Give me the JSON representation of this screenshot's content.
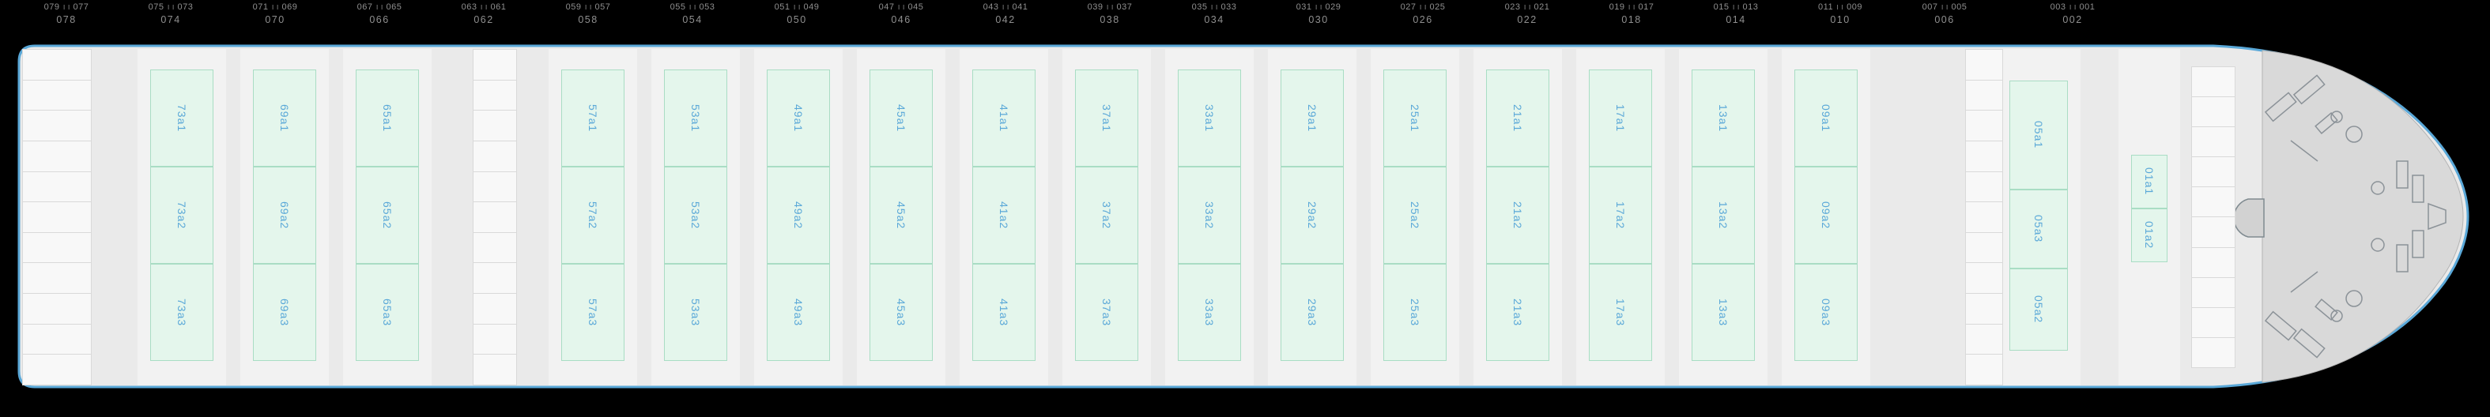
{
  "ship": {
    "ruler": {
      "groups": [
        {
          "odd": [
            "079",
            "077"
          ],
          "even": "078"
        },
        {
          "odd": [
            "075",
            "073"
          ],
          "even": "074"
        },
        {
          "odd": [
            "071",
            "069"
          ],
          "even": "070"
        },
        {
          "odd": [
            "067",
            "065"
          ],
          "even": "066"
        },
        {
          "odd": [
            "063",
            "061"
          ],
          "even": "062"
        },
        {
          "odd": [
            "059",
            "057"
          ],
          "even": "058"
        },
        {
          "odd": [
            "055",
            "053"
          ],
          "even": "054"
        },
        {
          "odd": [
            "051",
            "049"
          ],
          "even": "050"
        },
        {
          "odd": [
            "047",
            "045"
          ],
          "even": "046"
        },
        {
          "odd": [
            "043",
            "041"
          ],
          "even": "042"
        },
        {
          "odd": [
            "039",
            "037"
          ],
          "even": "038"
        },
        {
          "odd": [
            "035",
            "033"
          ],
          "even": "034"
        },
        {
          "odd": [
            "031",
            "029"
          ],
          "even": "030"
        },
        {
          "odd": [
            "027",
            "025"
          ],
          "even": "026"
        },
        {
          "odd": [
            "023",
            "021"
          ],
          "even": "022"
        },
        {
          "odd": [
            "019",
            "017"
          ],
          "even": "018"
        },
        {
          "odd": [
            "015",
            "013"
          ],
          "even": "014"
        },
        {
          "odd": [
            "011",
            "009"
          ],
          "even": "010"
        },
        {
          "odd": [
            "007",
            "005"
          ],
          "even": "006"
        },
        {
          "odd": [
            "003",
            "001"
          ],
          "even": "002"
        }
      ]
    },
    "bays": [
      {
        "id": "bay-73",
        "cells": [
          "73a1",
          "73a2",
          "73a3"
        ]
      },
      {
        "id": "bay-69",
        "cells": [
          "69a1",
          "69a2",
          "69a3"
        ]
      },
      {
        "id": "bay-65",
        "cells": [
          "65a1",
          "65a2",
          "65a3"
        ]
      },
      {
        "id": "bay-57",
        "cells": [
          "57a1",
          "57a2",
          "57a3"
        ]
      },
      {
        "id": "bay-53",
        "cells": [
          "53a1",
          "53a2",
          "53a3"
        ]
      },
      {
        "id": "bay-49",
        "cells": [
          "49a1",
          "49a2",
          "49a3"
        ]
      },
      {
        "id": "bay-45",
        "cells": [
          "45a1",
          "45a2",
          "45a3"
        ]
      },
      {
        "id": "bay-41",
        "cells": [
          "41a1",
          "41a2",
          "41a3"
        ]
      },
      {
        "id": "bay-37",
        "cells": [
          "37a1",
          "37a2",
          "37a3"
        ]
      },
      {
        "id": "bay-33",
        "cells": [
          "33a1",
          "33a2",
          "33a3"
        ]
      },
      {
        "id": "bay-29",
        "cells": [
          "29a1",
          "29a2",
          "29a3"
        ]
      },
      {
        "id": "bay-25",
        "cells": [
          "25a1",
          "25a2",
          "25a3"
        ]
      },
      {
        "id": "bay-21",
        "cells": [
          "21a1",
          "21a2",
          "21a3"
        ]
      },
      {
        "id": "bay-17",
        "cells": [
          "17a1",
          "17a2",
          "17a3"
        ]
      },
      {
        "id": "bay-13",
        "cells": [
          "13a1",
          "13a2",
          "13a3"
        ]
      },
      {
        "id": "bay-09",
        "cells": [
          "09a1",
          "09a2",
          "09a3"
        ]
      },
      {
        "id": "bay-05",
        "cells": [
          "05a1",
          "05a3",
          "05a2"
        ]
      },
      {
        "id": "bay-01",
        "cells": [
          "01a1",
          "01a2"
        ]
      }
    ],
    "colors": {
      "hull_outline": "#5aa8d8",
      "deck": "#eaeaea",
      "bow_deck": "#d9d9d9",
      "slot_fill": "#e4f6ec",
      "slot_border": "#a9ddc4",
      "slot_label": "#5aa8d8",
      "ruler_text": "#8f8f8f"
    }
  }
}
